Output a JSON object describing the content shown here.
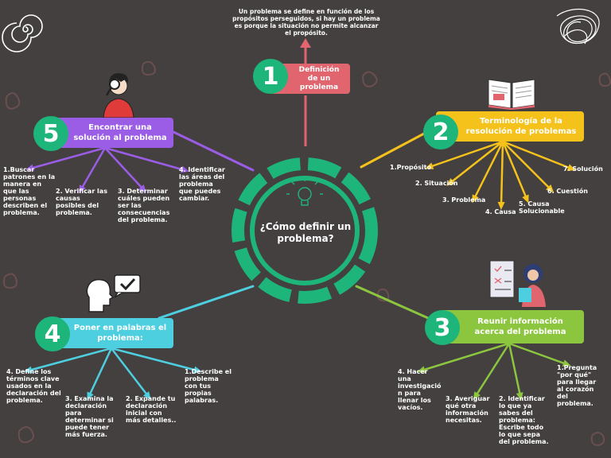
{
  "center": {
    "title": "¿Cómo definir un problema?"
  },
  "intro": {
    "text": "Un problema se define en función de los propósitos perseguidos, si hay un problema es porque la situación no permite alcanzar el propósito."
  },
  "branches": [
    {
      "id": "b1",
      "number": "1",
      "title": "Definición de un problema",
      "color": "#e0656f",
      "items": []
    },
    {
      "id": "b2",
      "number": "2",
      "title": "Terminología de la resolución de problemas",
      "color": "#f5c21b",
      "items": [
        "1.Propósito",
        "2. Situación",
        "3. Problema",
        "4. Causa",
        "5. Causa Solucionable",
        "6. Cuestión",
        "7. Solución"
      ]
    },
    {
      "id": "b3",
      "number": "3",
      "title": "Reunir información acerca del problema",
      "color": "#8cc63f",
      "items": [
        "4. Hacer una investigació n para llenar los vacíos.",
        "3. Averiguar qué otra información necesitas.",
        "2. Identificar lo que ya sabes del problema: Escribe todo lo que sepa del problema.",
        "1.Pregunta \"por qué\" para llegar al corazón del problema."
      ]
    },
    {
      "id": "b4",
      "number": "4",
      "title": "Poner en palabras el problema:",
      "color": "#4dcfe0",
      "items": [
        "4. Define los términos clave usados en la declaración del problema.",
        "3. Examina la declaración para determinar si puede tener más fuerza.",
        "2. Expande tu declaración inicial con más detalles..",
        "1.Describe el problema con tus propias palabras."
      ]
    },
    {
      "id": "b5",
      "number": "5",
      "title": "Encontrar una solución al problema",
      "color": "#9b5de5",
      "items": [
        "1.Buscar patrones en la manera en que las personas describen el problema.",
        "2. Verificar las causas posibles del problema.",
        "3. Determinar cuáles pueden ser las consecuencias del problema.",
        "4. Identificar las áreas del problema que puedes cambiar."
      ]
    }
  ]
}
